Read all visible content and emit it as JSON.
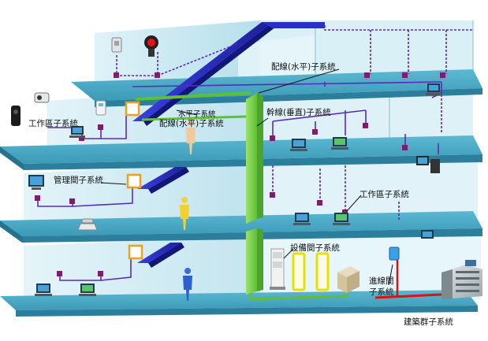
{
  "labels": {
    "work_area_left": "工作區子系統",
    "horizontal_top": "配線(水平)子系統",
    "horizontal_mid_1": "水平子系統",
    "horizontal_mid_2": "配線(水平)子系統",
    "vertical": "幹線(垂直)子系統",
    "admin": "管理間子系統",
    "work_area_right": "工作區子系統",
    "equipment": "設備間子系統",
    "entrance_1": "進線間",
    "entrance_2": "子系統",
    "campus": "建築群子系統"
  },
  "colors": {
    "floor_top": "#4aa8c4",
    "floor_front": "#2e86a4",
    "wall": "#bfe3ee",
    "horizontal_cable": "#2a2fc8",
    "backbone_cable": "#7ad14a",
    "patch_cable": "#5a2bb8",
    "outlet": "#7a1e6e",
    "campus_cable": "#e01010"
  },
  "icons": [
    "camera-icon",
    "siren-icon",
    "access-panel-icon",
    "computer-icon",
    "telephone-icon",
    "patch-panel-icon",
    "server-rack-icon",
    "ups-icon",
    "person-icon",
    "building-icon"
  ]
}
